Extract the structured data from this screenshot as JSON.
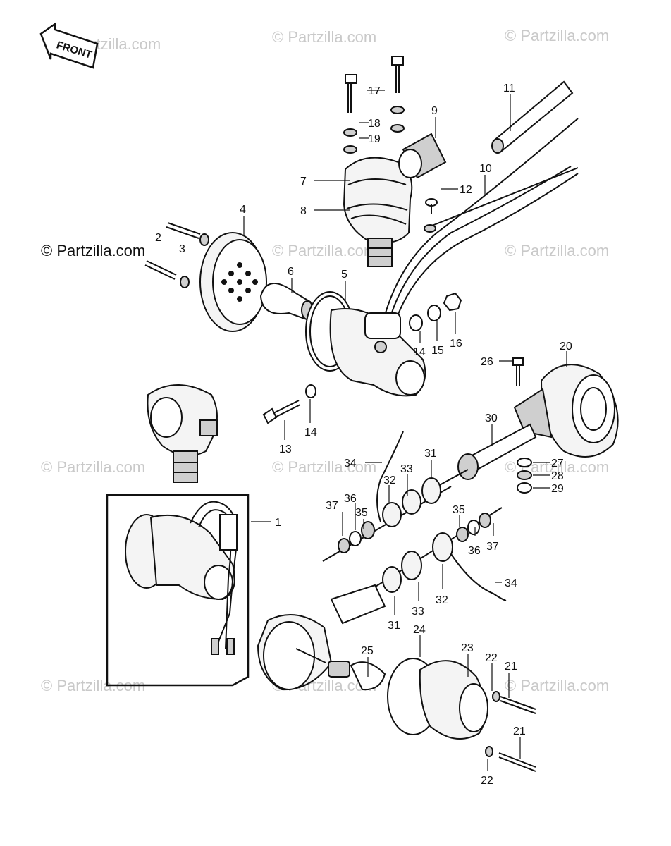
{
  "watermark": "© Partzilla.com",
  "front_badge": "FRONT",
  "callouts": [
    {
      "id": "c1",
      "label": "1"
    },
    {
      "id": "c2",
      "label": "2"
    },
    {
      "id": "c3",
      "label": "3"
    },
    {
      "id": "c4",
      "label": "4"
    },
    {
      "id": "c5",
      "label": "5"
    },
    {
      "id": "c6",
      "label": "6"
    },
    {
      "id": "c7",
      "label": "7"
    },
    {
      "id": "c8",
      "label": "8"
    },
    {
      "id": "c9",
      "label": "9"
    },
    {
      "id": "c10",
      "label": "10"
    },
    {
      "id": "c11",
      "label": "11"
    },
    {
      "id": "c12",
      "label": "12"
    },
    {
      "id": "c13",
      "label": "13"
    },
    {
      "id": "c14a",
      "label": "14"
    },
    {
      "id": "c14b",
      "label": "14"
    },
    {
      "id": "c15",
      "label": "15"
    },
    {
      "id": "c16",
      "label": "16"
    },
    {
      "id": "c17",
      "label": "17"
    },
    {
      "id": "c18",
      "label": "18"
    },
    {
      "id": "c19",
      "label": "19"
    },
    {
      "id": "c20",
      "label": "20"
    },
    {
      "id": "c21a",
      "label": "21"
    },
    {
      "id": "c21b",
      "label": "21"
    },
    {
      "id": "c22a",
      "label": "22"
    },
    {
      "id": "c22b",
      "label": "22"
    },
    {
      "id": "c23",
      "label": "23"
    },
    {
      "id": "c24",
      "label": "24"
    },
    {
      "id": "c25",
      "label": "25"
    },
    {
      "id": "c26",
      "label": "26"
    },
    {
      "id": "c27",
      "label": "27"
    },
    {
      "id": "c28",
      "label": "28"
    },
    {
      "id": "c29",
      "label": "29"
    },
    {
      "id": "c30",
      "label": "30"
    },
    {
      "id": "c31a",
      "label": "31"
    },
    {
      "id": "c31b",
      "label": "31"
    },
    {
      "id": "c32a",
      "label": "32"
    },
    {
      "id": "c32b",
      "label": "32"
    },
    {
      "id": "c33a",
      "label": "33"
    },
    {
      "id": "c33b",
      "label": "33"
    },
    {
      "id": "c34a",
      "label": "34"
    },
    {
      "id": "c34b",
      "label": "34"
    },
    {
      "id": "c35a",
      "label": "35"
    },
    {
      "id": "c35b",
      "label": "35"
    },
    {
      "id": "c36a",
      "label": "36"
    },
    {
      "id": "c36b",
      "label": "36"
    },
    {
      "id": "c37a",
      "label": "37"
    },
    {
      "id": "c37b",
      "label": "37"
    }
  ]
}
